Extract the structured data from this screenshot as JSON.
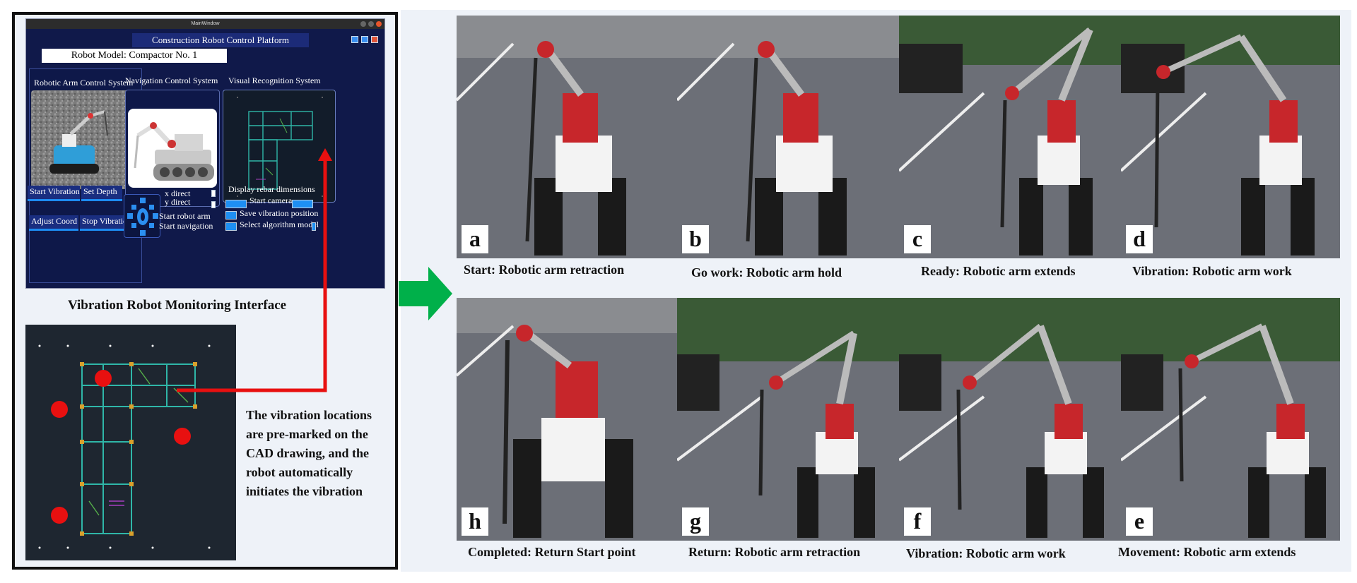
{
  "app": {
    "window_title": "MainWindow",
    "header": "Construction Robot Control Platform",
    "model_label": "Robot Model: Compactor No. 1",
    "panels": {
      "arm": "Robotic Arm Control System",
      "nav": "Navigation Control System",
      "vision": "Visual Recognition System"
    },
    "buttons": {
      "start_vibration": "Start Vibration",
      "set_depth": "Set Depth",
      "adjust_coord": "Adjust Coord",
      "stop_vibration": "Stop Vibration",
      "x_direct": "x direct",
      "y_direct": "y direct",
      "start_robot_arm": "Start robot arm",
      "start_navigation": "Start navigation",
      "display_rebar": "Display rebar dimensions",
      "start_camera": "Start camera",
      "save_vibration": "Save vibration position",
      "select_algorithm": "Select algorithm model"
    }
  },
  "left_caption": "Vibration Robot Monitoring Interface",
  "cad_description": "The vibration locations are pre-marked on the CAD drawing, and the robot automatically initiates the vibration",
  "photos": [
    {
      "letter": "a",
      "caption": "Start: Robotic arm retraction"
    },
    {
      "letter": "b",
      "caption": "Go work: Robotic arm hold"
    },
    {
      "letter": "c",
      "caption": "Ready: Robotic arm extends"
    },
    {
      "letter": "d",
      "caption": "Vibration: Robotic arm work"
    },
    {
      "letter": "h",
      "caption": "Completed: Return Start point"
    },
    {
      "letter": "g",
      "caption": "Return: Robotic arm retraction"
    },
    {
      "letter": "f",
      "caption": "Vibration: Robotic arm work"
    },
    {
      "letter": "e",
      "caption": "Movement: Robotic arm extends"
    }
  ],
  "colors": {
    "window_bg": "#10194a",
    "accent_blue": "#1e8ff3",
    "marker_red": "#e81010",
    "arrow_green": "#00b04a"
  }
}
